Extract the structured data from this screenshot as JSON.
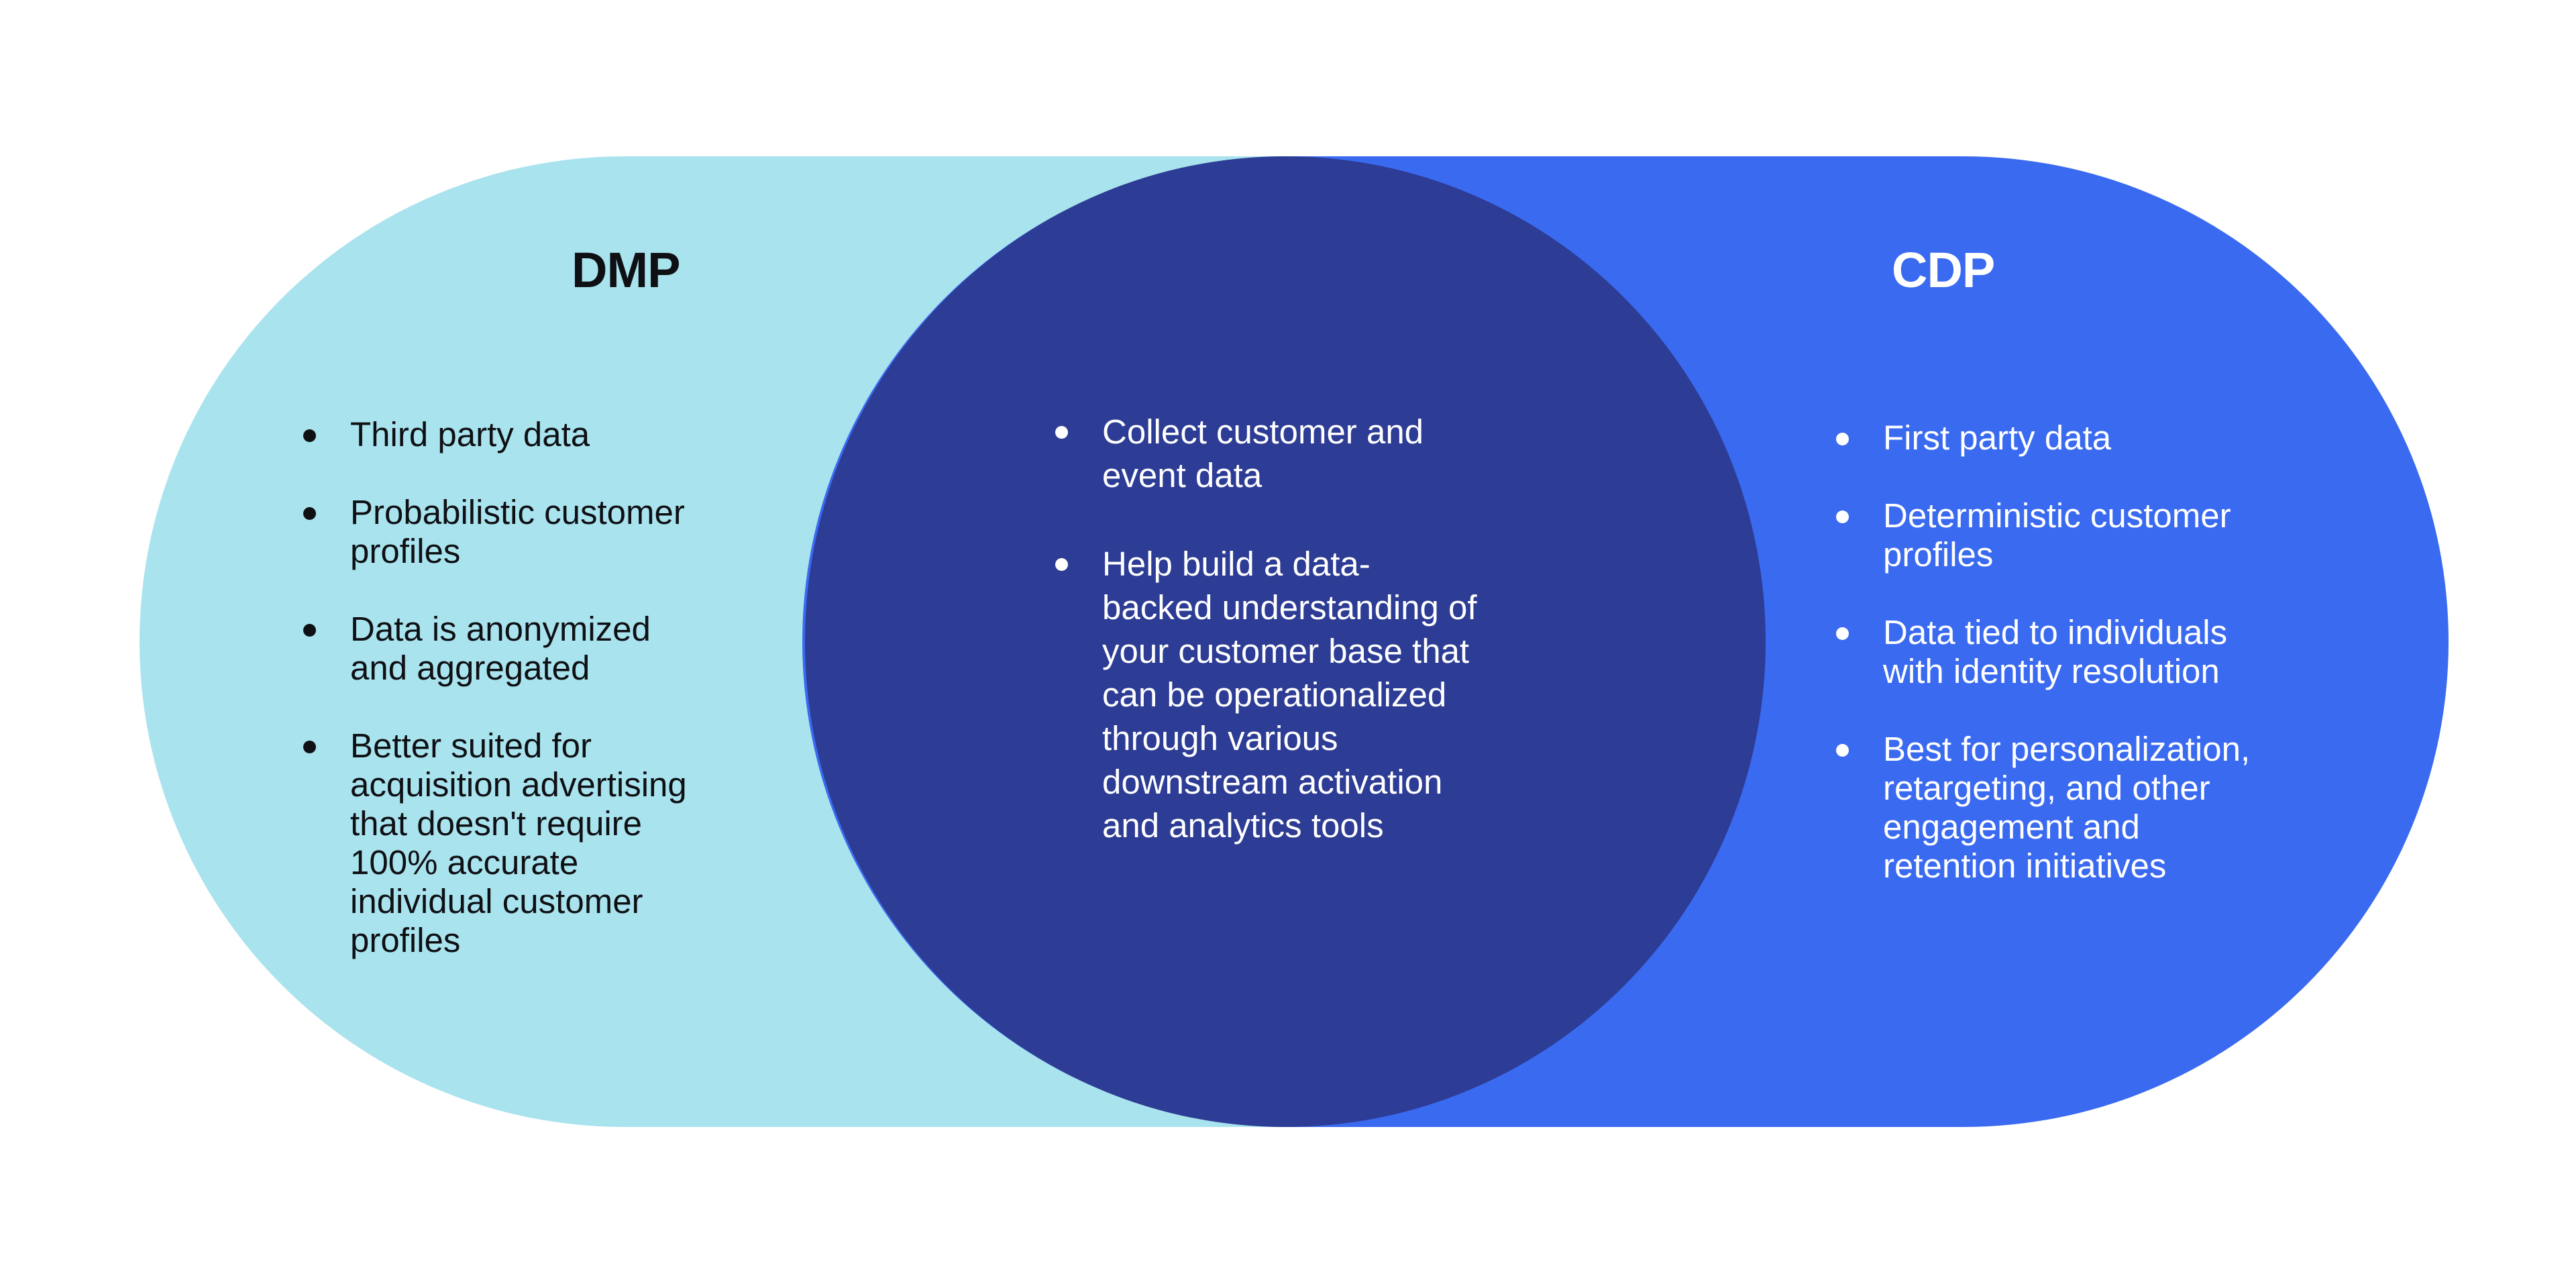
{
  "venn": {
    "left": {
      "title": "DMP",
      "bullets": [
        "Third party data",
        "Probabilistic customer\nprofiles",
        "Data is anonymized\nand aggregated",
        "Better suited for\nacquisition advertising\nthat doesn't require\n100% accurate\nindividual customer\nprofiles"
      ]
    },
    "center": {
      "bullets": [
        "Collect customer and\nevent data",
        "Help build a data-\nbacked understanding of\nyour customer base that\ncan be operationalized\nthrough various\ndownstream activation\nand analytics tools"
      ]
    },
    "right": {
      "title": "CDP",
      "bullets": [
        "First party data",
        "Deterministic customer\nprofiles",
        "Data tied to individuals\nwith identity resolution",
        "Best for personalization,\nretargeting, and other\nengagement and\nretention initiatives"
      ]
    },
    "colors": {
      "dmp_fill": "#a9e3ee",
      "cdp_fill": "#3a6af0",
      "overlap_fill": "#2d3c94",
      "dmp_text": "#0f1014",
      "cdp_text": "#ffffff",
      "overlap_text": "#ffffff",
      "background": "#ffffff"
    }
  }
}
